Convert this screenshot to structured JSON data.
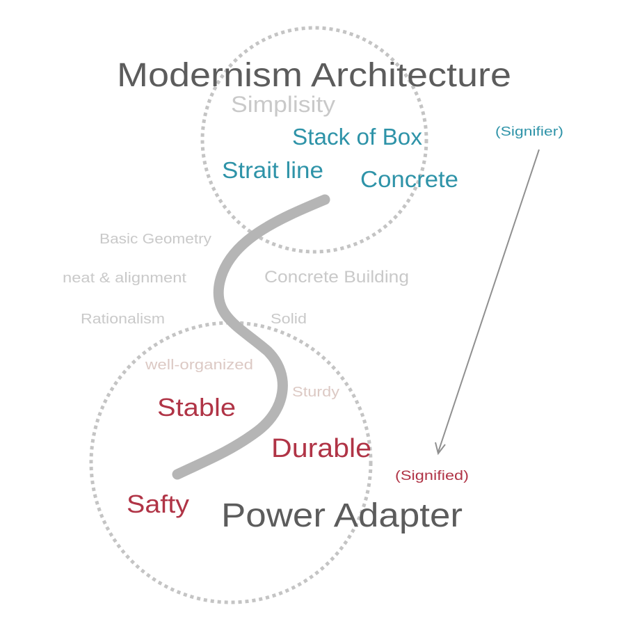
{
  "colors": {
    "title": "#5c5c5c",
    "light": "#c9c9c9",
    "signifier": "#2e93a8",
    "signified": "#b03446",
    "soft": "#dcc9c4",
    "connector": "#b5b5b5"
  },
  "signifier": {
    "title": "Modernism Architecture",
    "label": "(Signifier)",
    "traits": [
      "Simplisity",
      "Stack of Box",
      "Strait line",
      "Concrete"
    ]
  },
  "middle": {
    "left": [
      "Basic Geometry",
      "neat & alignment",
      "Rationalism"
    ],
    "right": [
      "Concrete Building",
      "Solid"
    ]
  },
  "signified": {
    "title": "Power Adapter",
    "label": "(Signified)",
    "soft": [
      "well-organized",
      "Sturdy"
    ],
    "traits": [
      "Stable",
      "Durable",
      "Safty"
    ]
  }
}
